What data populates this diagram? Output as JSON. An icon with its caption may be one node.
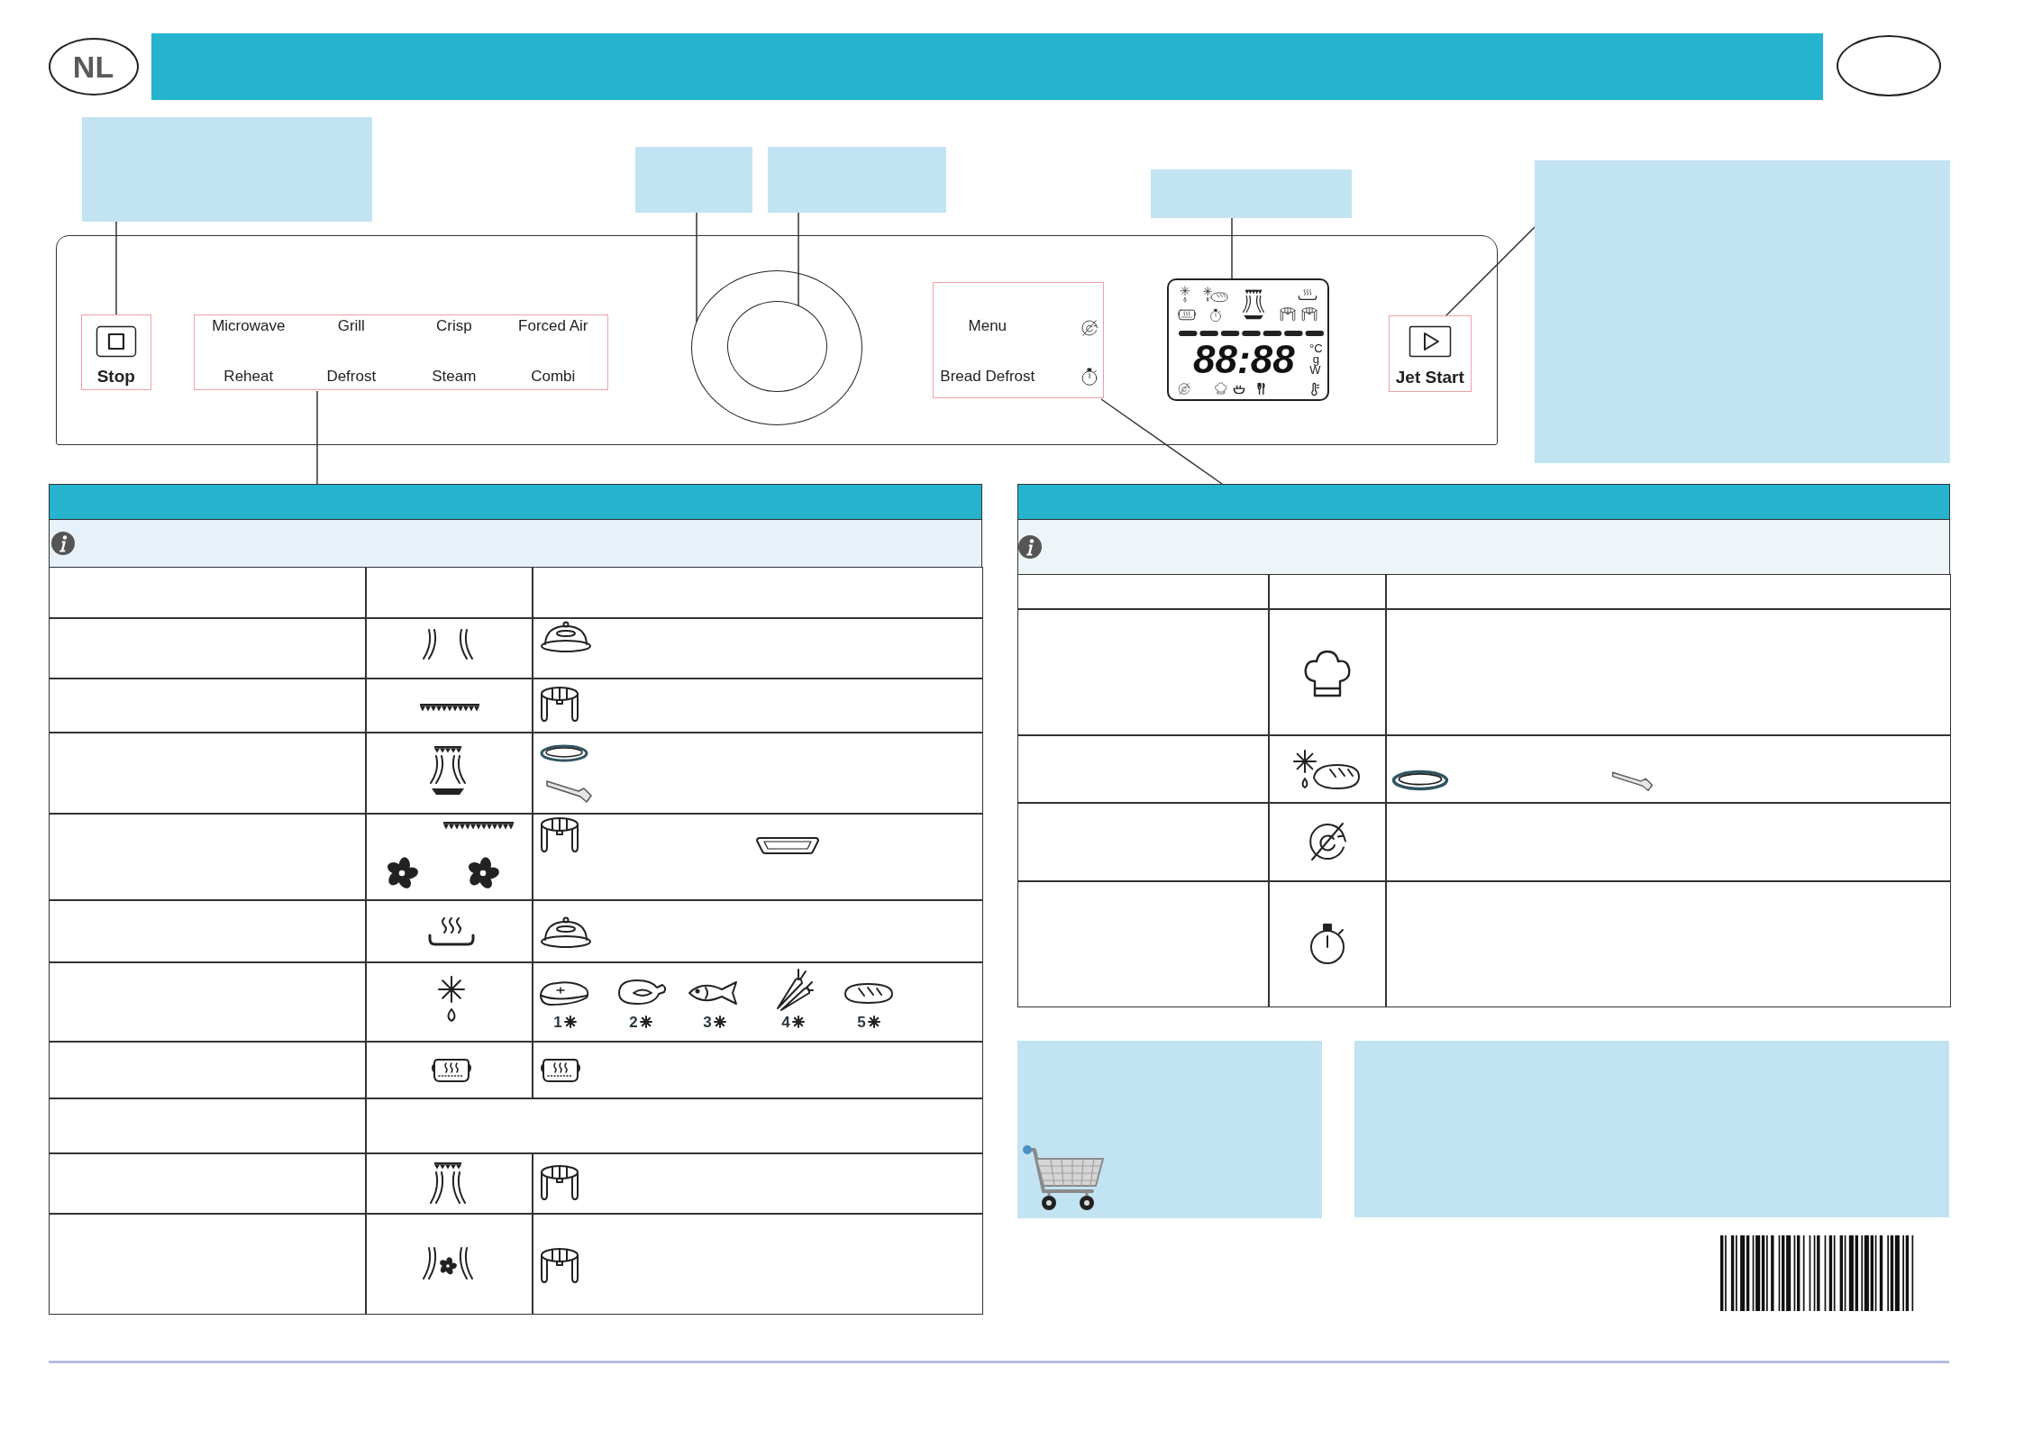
{
  "diagram": {
    "nodes": [
      {
        "text": [
          "NL"
        ]
      },
      {
        "text": [],
        "shape": "bar"
      },
      {
        "text": [],
        "shape": "oval"
      },
      {
        "text": [],
        "shape": "box"
      },
      {
        "text": [],
        "shape": "box"
      },
      {
        "text": [],
        "shape": "box"
      },
      {
        "text": [],
        "shape": "box"
      },
      {
        "text": [],
        "shape": "box"
      },
      {
        "text": [],
        "shape": "box"
      },
      {
        "text": [
          "Stop"
        ],
        "in": 8
      },
      {
        "text": [
          "Microwave",
          "Grill",
          "Crisp",
          "Forced Air",
          "Reheat",
          "Defrost",
          "Steam",
          "Combi"
        ],
        "in": 8
      },
      {
        "text": [],
        "shape": "circle",
        "in": 8
      },
      {
        "text": [],
        "shape": "circle",
        "in": 11
      },
      {
        "text": [
          "Menu",
          "Bread Defrost"
        ],
        "in": 8
      },
      {
        "text": [
          "88:88",
          "°C",
          "g",
          "W"
        ],
        "in": 8
      },
      {
        "text": [
          "Jet Start"
        ],
        "in": 8
      },
      {
        "text": [],
        "shape": "bar"
      },
      {
        "text": [],
        "shape": "bar"
      },
      {
        "text": [],
        "shape": "box"
      },
      {
        "text": [],
        "shape": "box"
      }
    ],
    "edges": [
      {
        "from": 3,
        "to": 9,
        "arrow": "none"
      },
      {
        "from": 4,
        "to": 11,
        "arrow": "none"
      },
      {
        "from": 5,
        "to": 12,
        "arrow": "none"
      },
      {
        "from": 6,
        "to": 14,
        "arrow": "none"
      },
      {
        "from": 7,
        "to": 15,
        "arrow": "none"
      },
      {
        "from": 16,
        "to": 10,
        "arrow": "none"
      },
      {
        "from": 17,
        "to": 13,
        "arrow": "none"
      }
    ],
    "labels": [
      "1",
      "2",
      "3",
      "4",
      "5"
    ]
  }
}
